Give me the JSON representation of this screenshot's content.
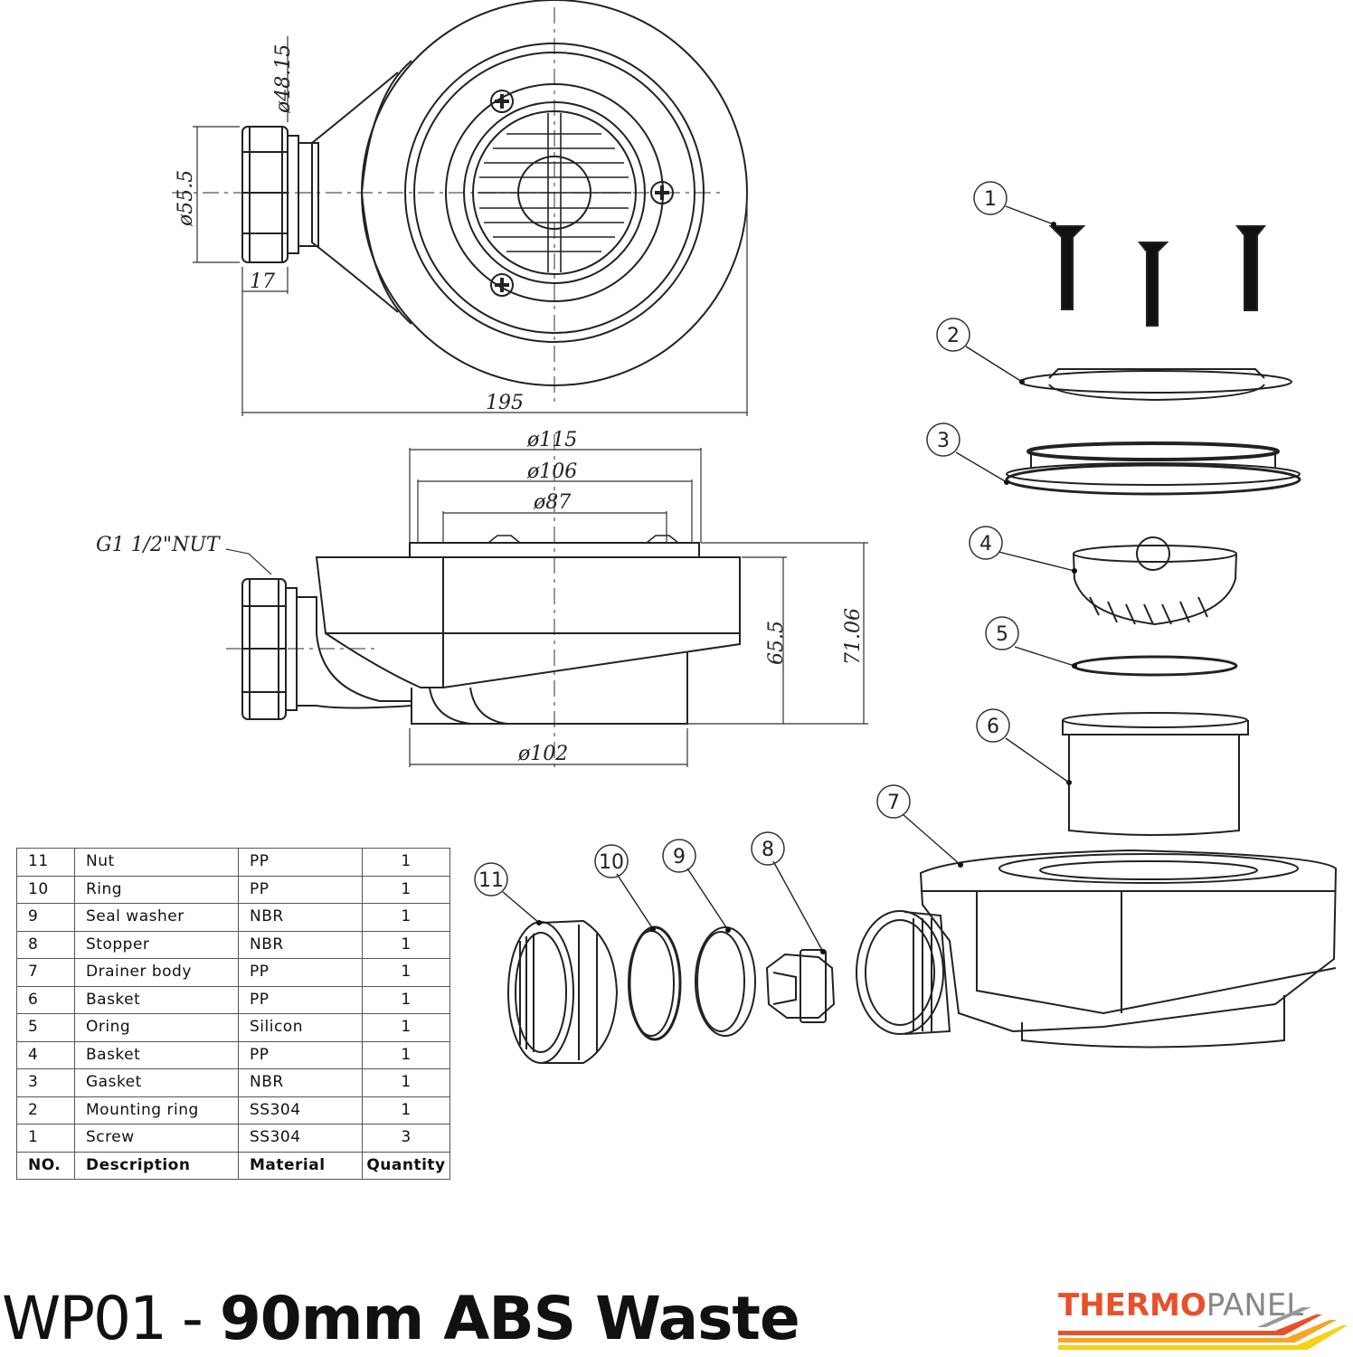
{
  "dimensions": {
    "outlet_dia": "ø48.15",
    "nut_dia": "ø55.5",
    "outlet_len": "17",
    "overall_len": "195",
    "flange_dia": "ø115",
    "ring_dia": "ø106",
    "grate_dia": "ø87",
    "nut_thread": "G1 1/2\"NUT",
    "body_height": "65.5",
    "total_height": "71.06",
    "base_dia": "ø102"
  },
  "callouts": [
    "1",
    "2",
    "3",
    "4",
    "5",
    "6",
    "7",
    "8",
    "9",
    "10",
    "11"
  ],
  "parts_table": {
    "headers": [
      "NO.",
      "Description",
      "Material",
      "Quantity"
    ],
    "rows": [
      [
        "11",
        "Nut",
        "PP",
        "1"
      ],
      [
        "10",
        "Ring",
        "PP",
        "1"
      ],
      [
        "9",
        "Seal washer",
        "NBR",
        "1"
      ],
      [
        "8",
        "Stopper",
        "NBR",
        "1"
      ],
      [
        "7",
        "Drainer body",
        "PP",
        "1"
      ],
      [
        "6",
        "Basket",
        "PP",
        "1"
      ],
      [
        "5",
        "Oring",
        "Silicon",
        "1"
      ],
      [
        "4",
        "Basket",
        "PP",
        "1"
      ],
      [
        "3",
        "Gasket",
        "NBR",
        "1"
      ],
      [
        "2",
        "Mounting ring",
        "SS304",
        "1"
      ],
      [
        "1",
        "Screw",
        "SS304",
        "3"
      ]
    ]
  },
  "title": {
    "code": "WP01",
    "separator": "-",
    "name": "90mm ABS Waste"
  },
  "brand": {
    "part1": "THERMO",
    "part2": "PANEL",
    "color1": "#e8502a",
    "color2": "#888888",
    "stripe_colors": [
      "#e8502a",
      "#f5a623",
      "#f7d117",
      "#999999"
    ]
  }
}
